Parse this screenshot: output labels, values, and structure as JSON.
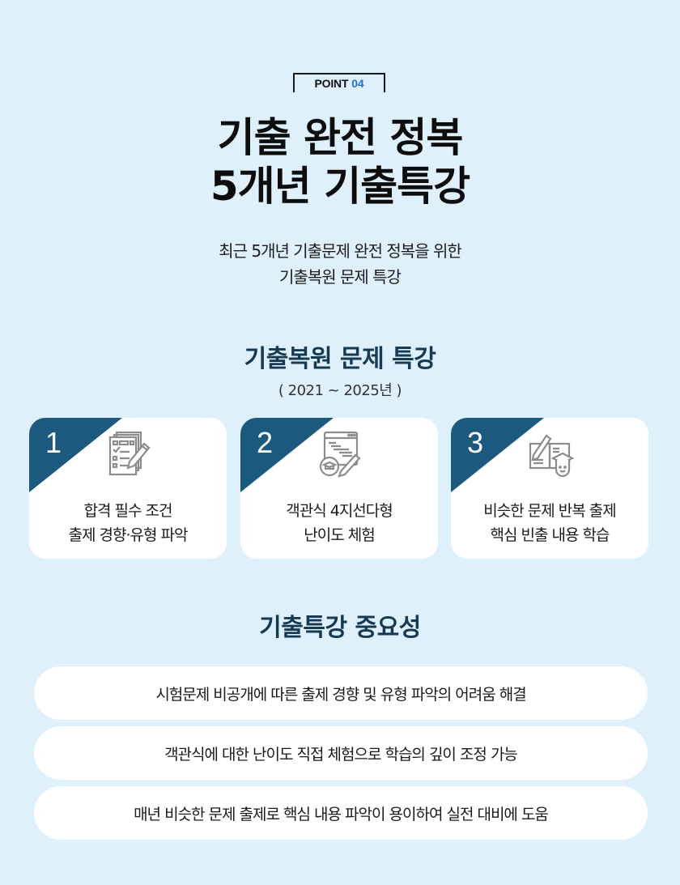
{
  "badge": {
    "prefix": "POINT",
    "number": "04"
  },
  "title": {
    "line1": "기출 완전 정복",
    "line2": "5개년 기출특강"
  },
  "subtitle": {
    "line1": "최근 5개년 기출문제 완전 정복을 위한",
    "line2": "기출복원 문제 특강"
  },
  "section1": {
    "title": "기출복원 문제 특강",
    "year_range": "( 2021 ~ 2025년 )",
    "cards": [
      {
        "number": "1",
        "icon": "checklist-pencil-icon",
        "line1": "합격 필수 조건",
        "line2": "출제 경향·유형 파악"
      },
      {
        "number": "2",
        "icon": "browser-graduation-pencil-icon",
        "line1": "객관식 4지선다형",
        "line2": "난이도 체험"
      },
      {
        "number": "3",
        "icon": "book-student-pencil-icon",
        "line1": "비슷한 문제 반복 출제",
        "line2": "핵심 빈출 내용 학습"
      }
    ]
  },
  "section2": {
    "title": "기출특강 중요성",
    "items": [
      "시험문제 비공개에 따른 출제 경향 및 유형 파악의 어려움 해결",
      "객관식에 대한 난이도 직접 체험으로 학습의 깊이 조정 가능",
      "매년 비슷한 문제 출제로 핵심 내용 파악이 용이하여 실전 대비에 도움"
    ]
  },
  "colors": {
    "background": "#dff0fd",
    "accent_dark": "#1b5a7e",
    "heading": "#173a53",
    "point_blue": "#1f6fd1",
    "icon_gray": "#8c8c8c"
  }
}
